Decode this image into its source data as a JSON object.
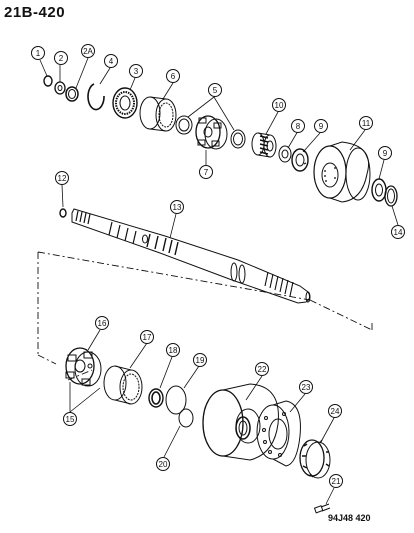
{
  "header": {
    "title": "21B-420"
  },
  "footer": {
    "figure_code": "94J48 420"
  },
  "callouts": [
    {
      "label": "1"
    },
    {
      "label": "2"
    },
    {
      "label": "2A"
    },
    {
      "label": "4"
    },
    {
      "label": "3"
    },
    {
      "label": "6"
    },
    {
      "label": "5"
    },
    {
      "label": "7"
    },
    {
      "label": "10"
    },
    {
      "label": "8"
    },
    {
      "label": "9"
    },
    {
      "label": "11"
    },
    {
      "label": "9"
    },
    {
      "label": "14"
    },
    {
      "label": "12"
    },
    {
      "label": "13"
    },
    {
      "label": "16"
    },
    {
      "label": "17"
    },
    {
      "label": "18"
    },
    {
      "label": "19"
    },
    {
      "label": "15"
    },
    {
      "label": "22"
    },
    {
      "label": "23"
    },
    {
      "label": "24"
    },
    {
      "label": "20"
    },
    {
      "label": "21"
    }
  ]
}
